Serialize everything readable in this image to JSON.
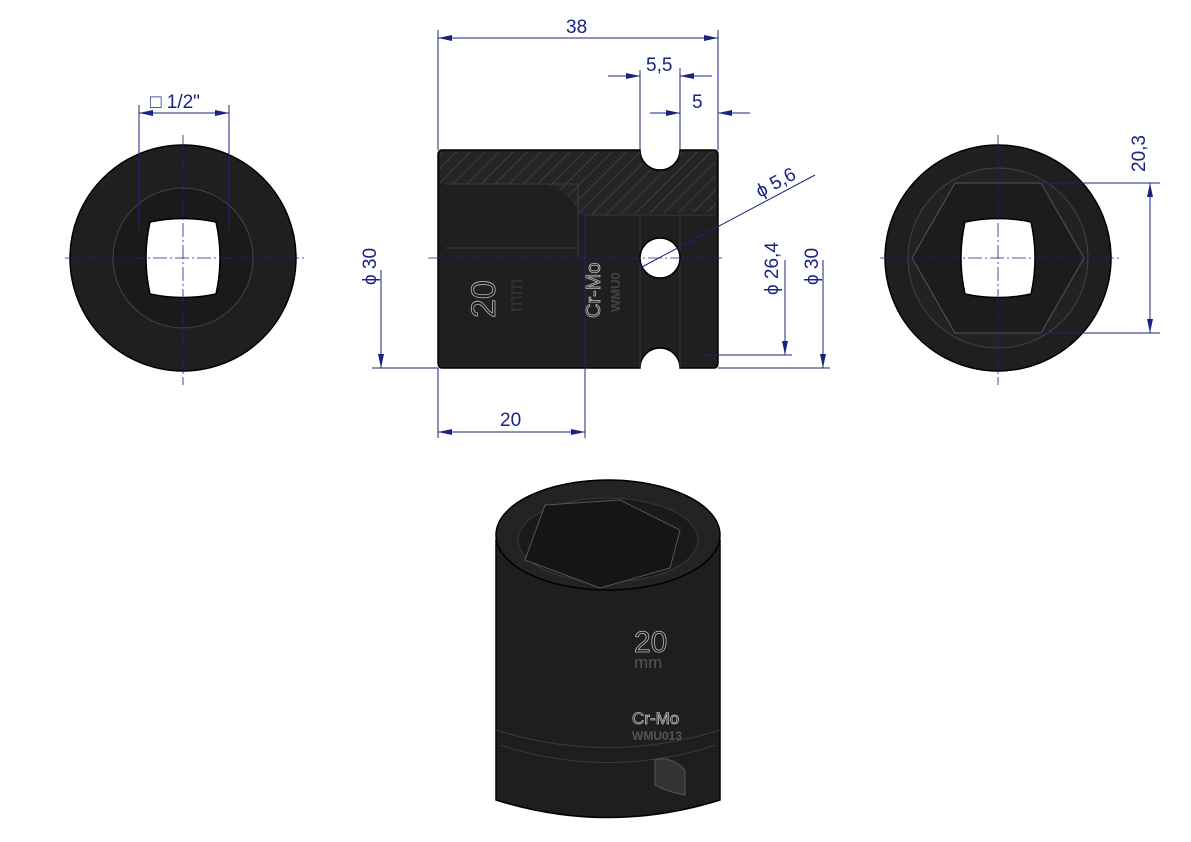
{
  "drawing": {
    "front_view": {
      "square_drive": "□ 1/2\""
    },
    "side_view": {
      "overall_length": "38",
      "groove_width": "5,5",
      "groove_offset": "5",
      "pin_hole_diameter": "ϕ 5,6",
      "outer_diameter_left": "ϕ 30",
      "groove_diameter": "ϕ 26,4",
      "outer_diameter_right": "ϕ 30",
      "hex_depth": "20",
      "engraving_size": "20",
      "engraving_unit": "mm",
      "engraving_material": "Cr-Mo",
      "engraving_code": "WMU0"
    },
    "rear_view": {
      "hex_size": "20,3"
    },
    "iso_view": {
      "size": "20",
      "unit": "mm",
      "material": "Cr-Mo",
      "code": "WMU013"
    }
  },
  "colors": {
    "dimension": "#1a237e",
    "body": "#1f1f1f"
  }
}
